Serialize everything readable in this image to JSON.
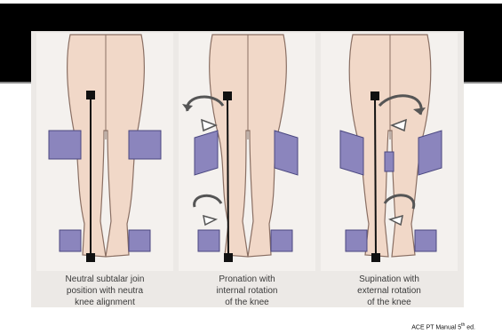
{
  "slide": {
    "accent_colors": {
      "title_bar": "#000000",
      "wedge": "#8b85bd",
      "skin": "#f1d8c8"
    }
  },
  "figure": {
    "panels": [
      {
        "caption": "Neutral subtalar join\nposition with neutra\nknee alignment"
      },
      {
        "caption": "Pronation with\ninternal rotation\nof the knee"
      },
      {
        "caption": "Supination with\nexternal rotation\nof the knee"
      }
    ]
  },
  "source": {
    "prefix": "ACE PT Manual 5",
    "superscript": "th",
    "suffix": " ed."
  }
}
